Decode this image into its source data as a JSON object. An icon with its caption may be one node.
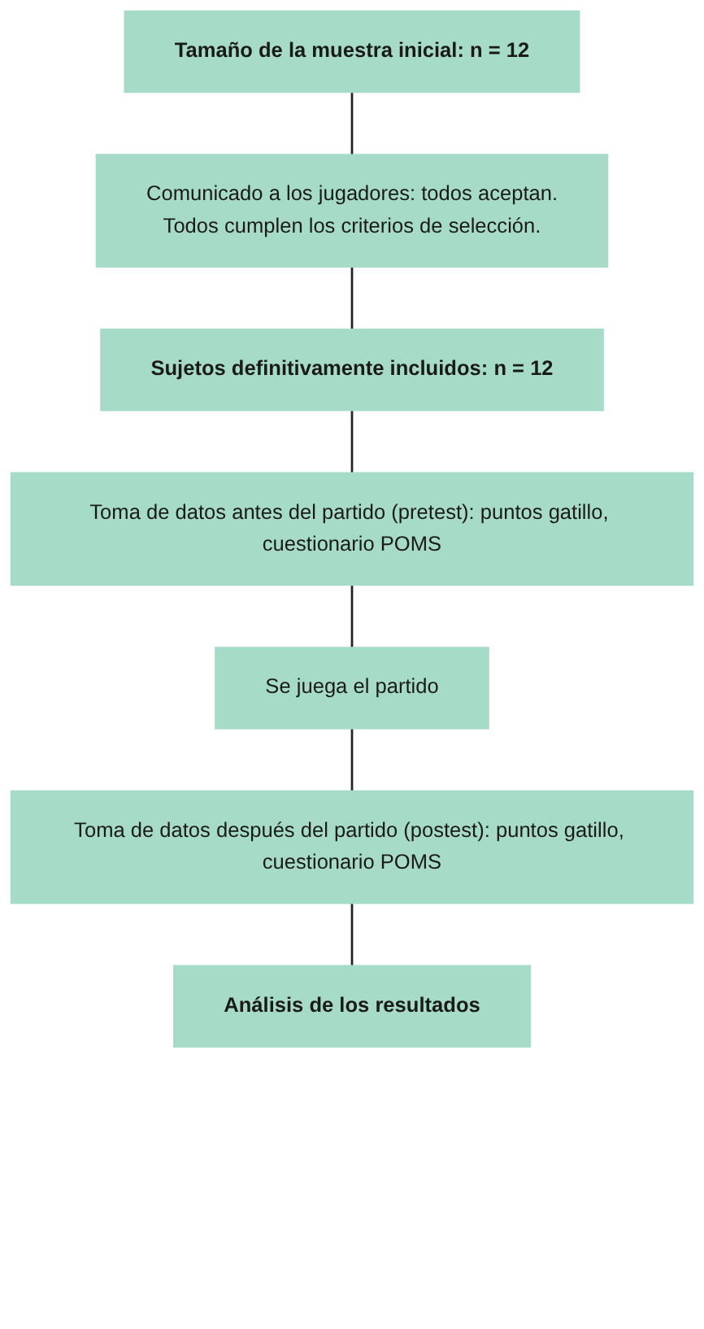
{
  "diagram": {
    "nodes": [
      {
        "text": [
          "Tamaño de la muestra inicial: n = 12"
        ]
      },
      {
        "text": [
          "Comunicado a los jugadores: todos aceptan.",
          "Todos cumplen los criterios de selección."
        ]
      },
      {
        "text": [
          "Sujetos definitivamente incluidos: n = 12"
        ]
      },
      {
        "text": [
          "Toma de datos antes del partido (pretest): puntos gatillo, cuestionario POMS"
        ]
      },
      {
        "text": [
          "Se juega el partido"
        ]
      },
      {
        "text": [
          "Toma de datos después del partido (postest): puntos gatillo, cuestionario POMS"
        ]
      },
      {
        "text": [
          "Análisis de los resultados"
        ]
      }
    ],
    "edges": [
      {
        "from": 0,
        "to": 1,
        "arrow": "none"
      },
      {
        "from": 1,
        "to": 2,
        "arrow": "none"
      },
      {
        "from": 2,
        "to": 3,
        "arrow": "none"
      },
      {
        "from": 3,
        "to": 4,
        "arrow": "none"
      },
      {
        "from": 4,
        "to": 5,
        "arrow": "none"
      },
      {
        "from": 5,
        "to": 6,
        "arrow": "none"
      }
    ]
  }
}
